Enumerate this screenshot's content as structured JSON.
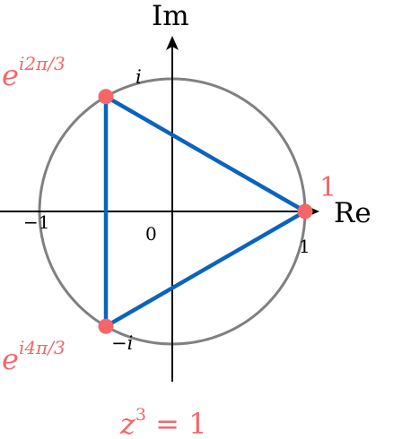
{
  "axes": {
    "real_label": "Re",
    "imag_label": "Im"
  },
  "ticks": {
    "origin": "0",
    "real_pos": "1",
    "real_neg": "−1",
    "imag_pos": "i",
    "imag_neg": "−i"
  },
  "roots": [
    {
      "base": "1",
      "exponent": "",
      "angle_deg": 0
    },
    {
      "base": "e",
      "exponent": "i2π/3",
      "angle_deg": 120
    },
    {
      "base": "e",
      "exponent": "i4π/3",
      "angle_deg": 240
    }
  ],
  "equation": {
    "lhs_base": "z",
    "lhs_exponent": "3",
    "rhs": " = 1"
  },
  "colors": {
    "circle": "#808080",
    "triangle": "#0a64bf",
    "points": "#f46668",
    "labels": "#f46668",
    "axes": "#000000"
  }
}
